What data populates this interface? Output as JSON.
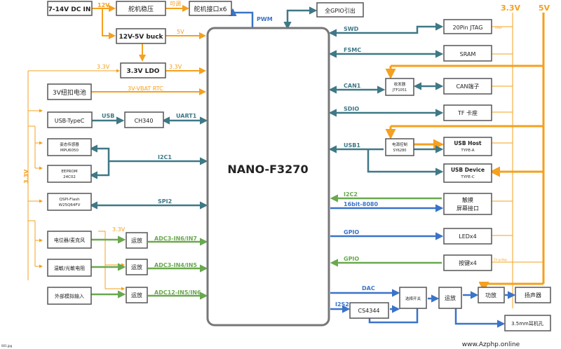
{
  "mcu": {
    "label": "NANO-F3270"
  },
  "supplies": {
    "v33": "3.3V",
    "v5": "5V"
  },
  "power": {
    "dc_in": "7-14V DC IN",
    "servo_reg": "舵机稳压",
    "servo_port": "舵机接口x6",
    "buck": "12V-5V buck",
    "ldo": "3.3V LDO",
    "battery": "3V纽扣电池",
    "label_12v": "12V",
    "label_adj": "可调",
    "label_5v": "5V",
    "label_33v_in": "3.3V",
    "label_33v_out": "3.3V",
    "vbat": "3V-VBAT RTC"
  },
  "left": {
    "usb_typec": "USB-TypeC",
    "usb_label": "USB",
    "ch340": "CH340",
    "uart1": "UART1",
    "imu_line1": "姿态传感器",
    "imu_line2": "MPU6050",
    "eeprom_line1": "EEPROM",
    "eeprom_line2": "24C02",
    "i2c1": "I2C1",
    "flash_line1": "QSPI-Flash",
    "flash_line2": "W25Q64FV",
    "spi2": "SPI2",
    "rail_33v": "3.3V",
    "pot": "电位器/麦克风",
    "ntc": "温敏/光敏电阻",
    "ext": "外部模拟输入",
    "opamp": "运放",
    "opamp_33v": "3.3V",
    "adc1": "ADC3-IN6/IN7",
    "adc2": "ADC3-IN4/IN5",
    "adc3": "ADC12-IN5/IN6"
  },
  "top": {
    "pwm": "PWM",
    "gpio_all": "全GPIO引出"
  },
  "right": {
    "swd": "SWD",
    "jtag": "20Pin JTAG",
    "jtag_note": "VREF",
    "fsmc": "FSMC",
    "sram": "SRAM",
    "can1": "CAN1",
    "transceiver_line1": "收发器",
    "transceiver_line2": "JTF1051",
    "can_port": "CAN端子",
    "sdio": "SDIO",
    "tf": "TF 卡座",
    "usb1": "USB1",
    "pwr_ctrl_line1": "电源控制",
    "pwr_ctrl_line2": "SY6280",
    "usb_host_line1": "USB Host",
    "usb_host_line2": "TYPE-A",
    "usb_dev_line1": "USB Device",
    "usb_dev_line2": "TYPE-C",
    "i2c2": "I2C2",
    "bus_8080": "16bit-8080",
    "touch_line1": "触摸",
    "touch_line2": "屏幕接口",
    "gpio_led": "GPIO",
    "led": "LEDx4",
    "gpio_key": "GPIO",
    "key": "按键x4",
    "key_note": "5V pullup",
    "dac": "DAC",
    "i2s2": "I2S2",
    "codec": "CS4344",
    "switch": "选择开关",
    "opamp_out": "运放",
    "power_amp": "功放",
    "speaker": "扬声器",
    "jack": "3.5mm耳机孔"
  },
  "watermark": "www.Azphp.online",
  "version_note": "001.jpg"
}
